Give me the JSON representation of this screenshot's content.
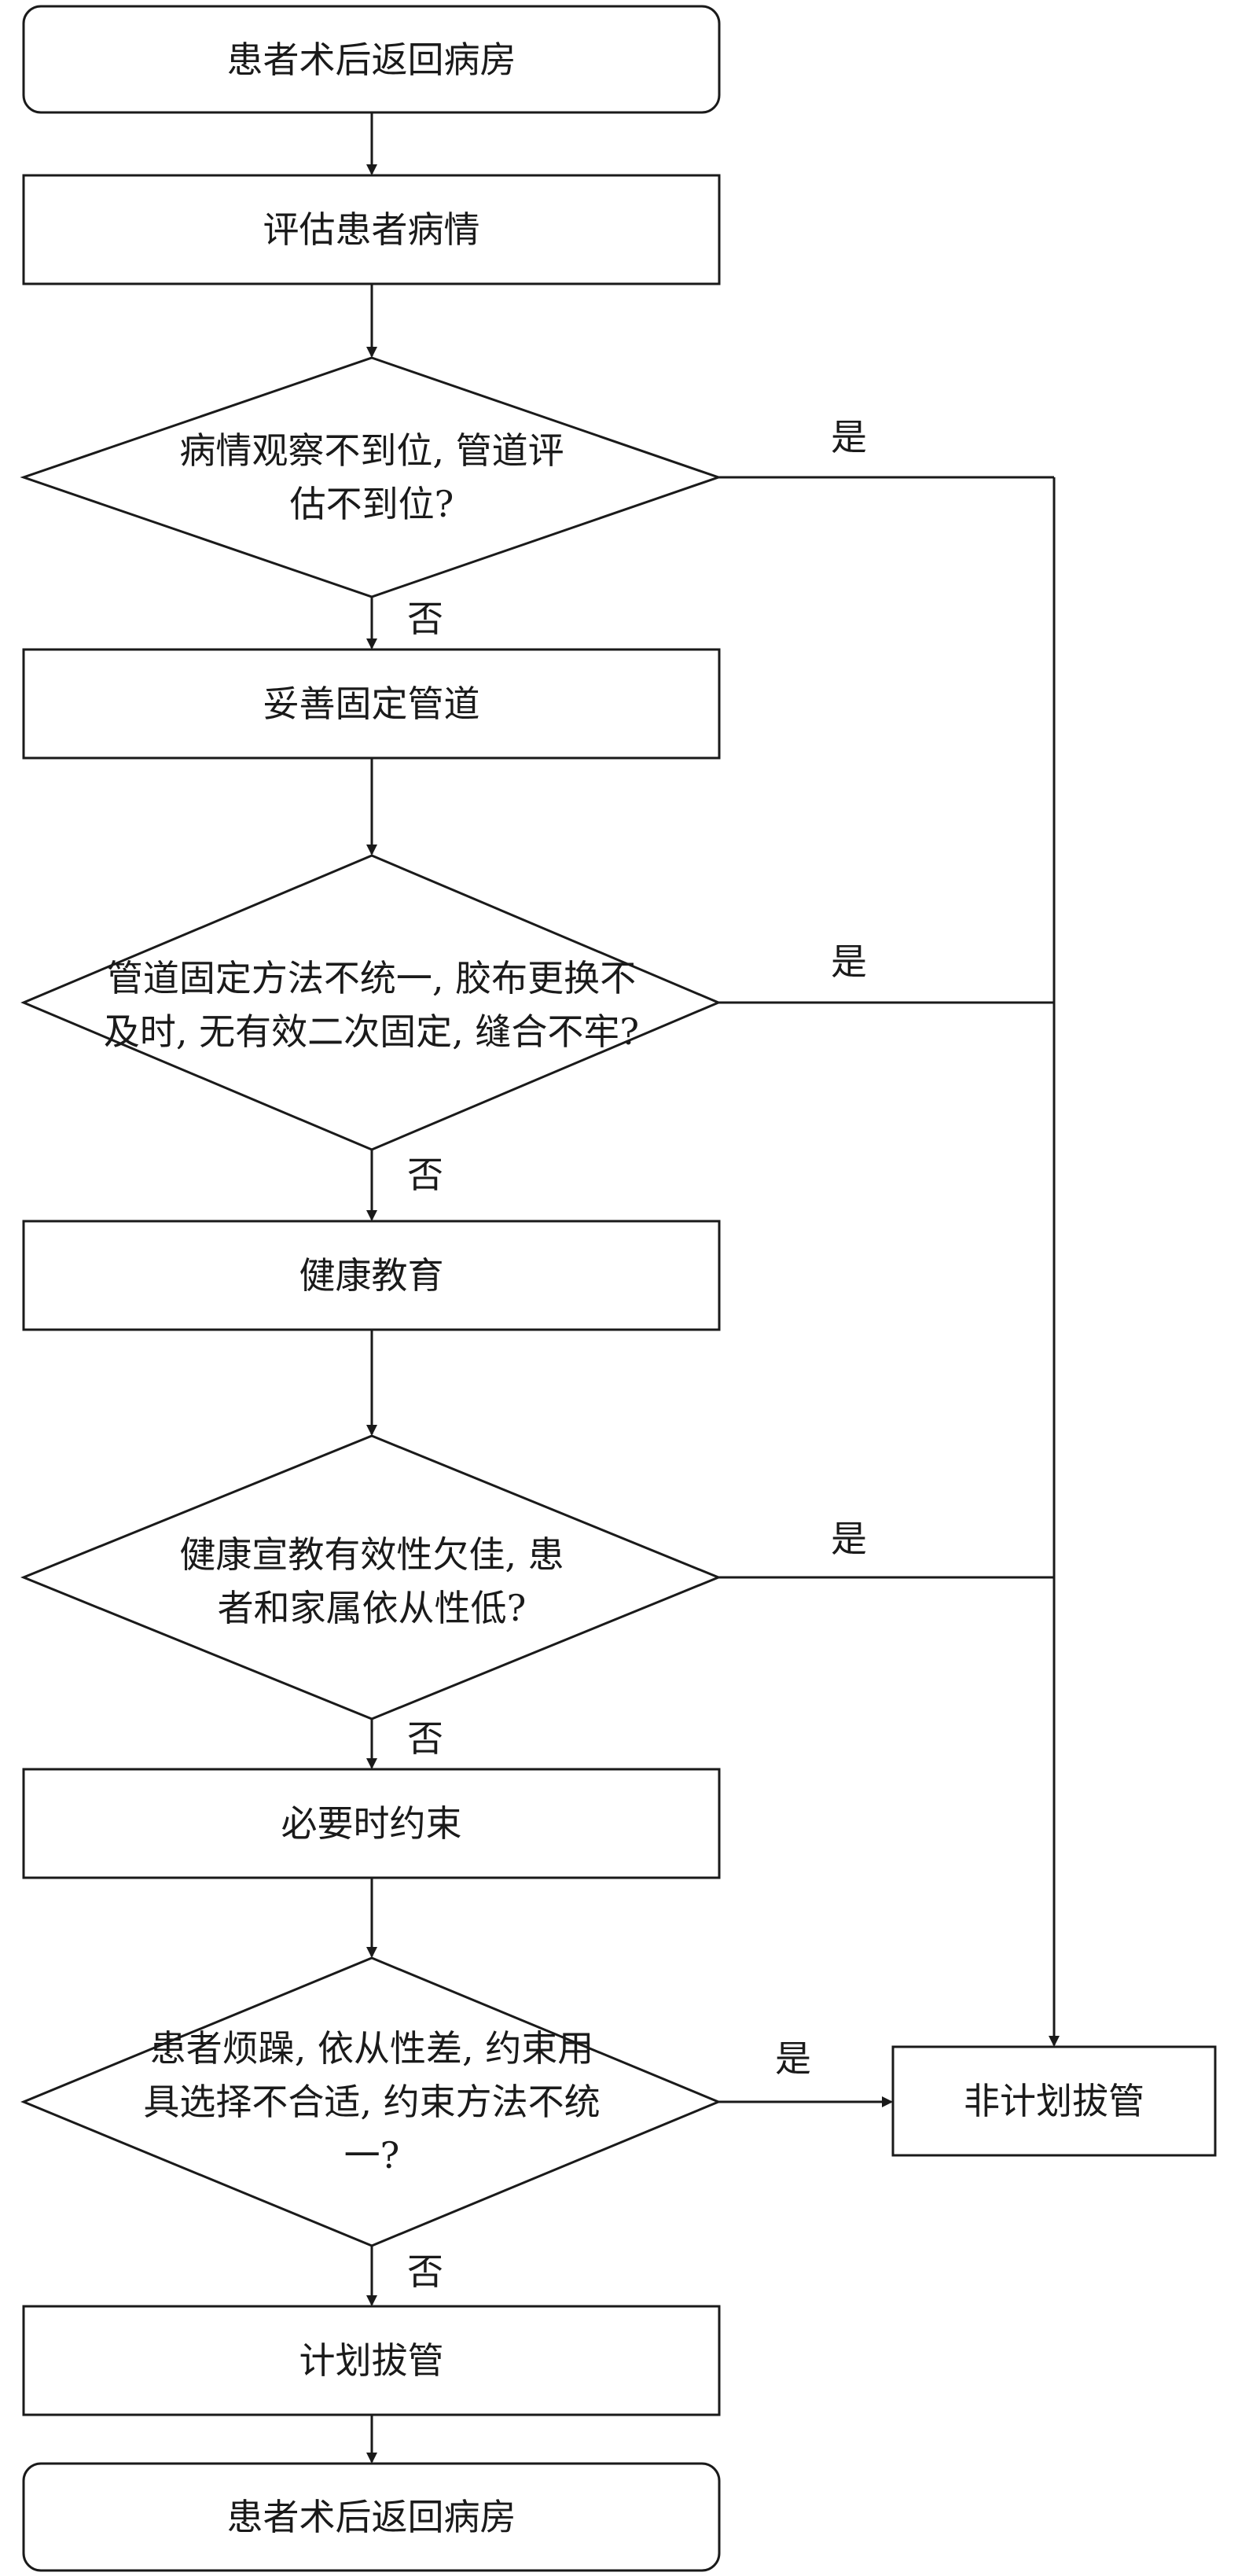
{
  "nodes": {
    "start": "患者术后返回病房",
    "assess": "评估患者病情",
    "decision1": "病情观察不到位, 管道评估不到位?",
    "fix_tube": "妥善固定管道",
    "decision2": "管道固定方法不统一, 胶布更换不及时, 无有效二次固定, 缝合不牢?",
    "education": "健康教育",
    "decision3": "健康宣教有效性欠佳, 患者和家属依从性低?",
    "restraint": "必要时约束",
    "decision4": "患者烦躁, 依从性差, 约束用具选择不合适, 约束方法不统一?",
    "planned": "计划拔管",
    "end": "患者术后返回病房",
    "unplanned": "非计划拔管"
  },
  "edge_labels": {
    "yes": "是",
    "no": "否"
  },
  "colors": {
    "stroke": "#1a1a1a",
    "background": "#ffffff"
  }
}
